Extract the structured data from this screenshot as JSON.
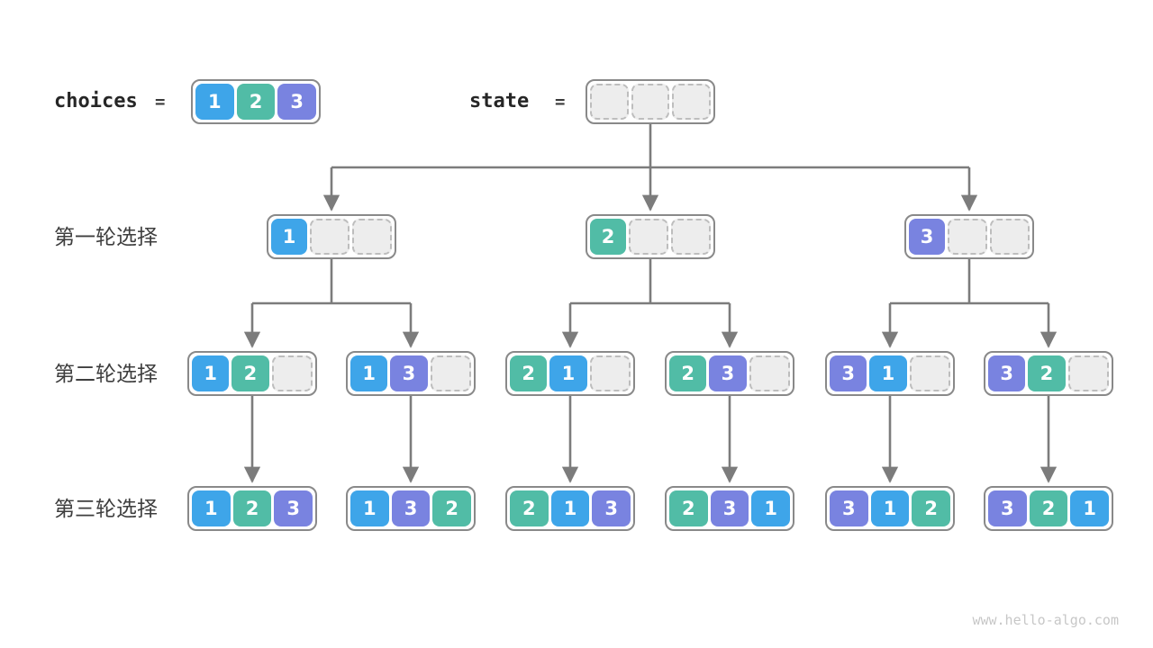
{
  "colors": {
    "c1": "#3EA5E9",
    "c2": "#51BCA6",
    "c3": "#7983E0",
    "empty_fill": "#EDEDED",
    "empty_border": "#BDBDBD",
    "node_border": "#898989",
    "arrow": "#7C7C7C",
    "header_text": "#262626",
    "row_label_text": "#3E3E3E",
    "watermark_text": "#C7C7C7"
  },
  "header": {
    "choices_label": "choices",
    "equals": "=",
    "choices_cells": [
      1,
      2,
      3
    ],
    "state_label": "state",
    "state_cells": [
      null,
      null,
      null
    ]
  },
  "rows": [
    {
      "label": "第一轮选择",
      "nodes": [
        {
          "cells": [
            1,
            null,
            null
          ]
        },
        {
          "cells": [
            2,
            null,
            null
          ]
        },
        {
          "cells": [
            3,
            null,
            null
          ]
        }
      ]
    },
    {
      "label": "第二轮选择",
      "nodes": [
        {
          "cells": [
            1,
            2,
            null
          ]
        },
        {
          "cells": [
            1,
            3,
            null
          ]
        },
        {
          "cells": [
            2,
            1,
            null
          ]
        },
        {
          "cells": [
            2,
            3,
            null
          ]
        },
        {
          "cells": [
            3,
            1,
            null
          ]
        },
        {
          "cells": [
            3,
            2,
            null
          ]
        }
      ]
    },
    {
      "label": "第三轮选择",
      "nodes": [
        {
          "cells": [
            1,
            2,
            3
          ]
        },
        {
          "cells": [
            1,
            3,
            2
          ]
        },
        {
          "cells": [
            2,
            1,
            3
          ]
        },
        {
          "cells": [
            2,
            3,
            1
          ]
        },
        {
          "cells": [
            3,
            1,
            2
          ]
        },
        {
          "cells": [
            3,
            2,
            1
          ]
        }
      ]
    }
  ],
  "watermark": "www.hello-algo.com"
}
